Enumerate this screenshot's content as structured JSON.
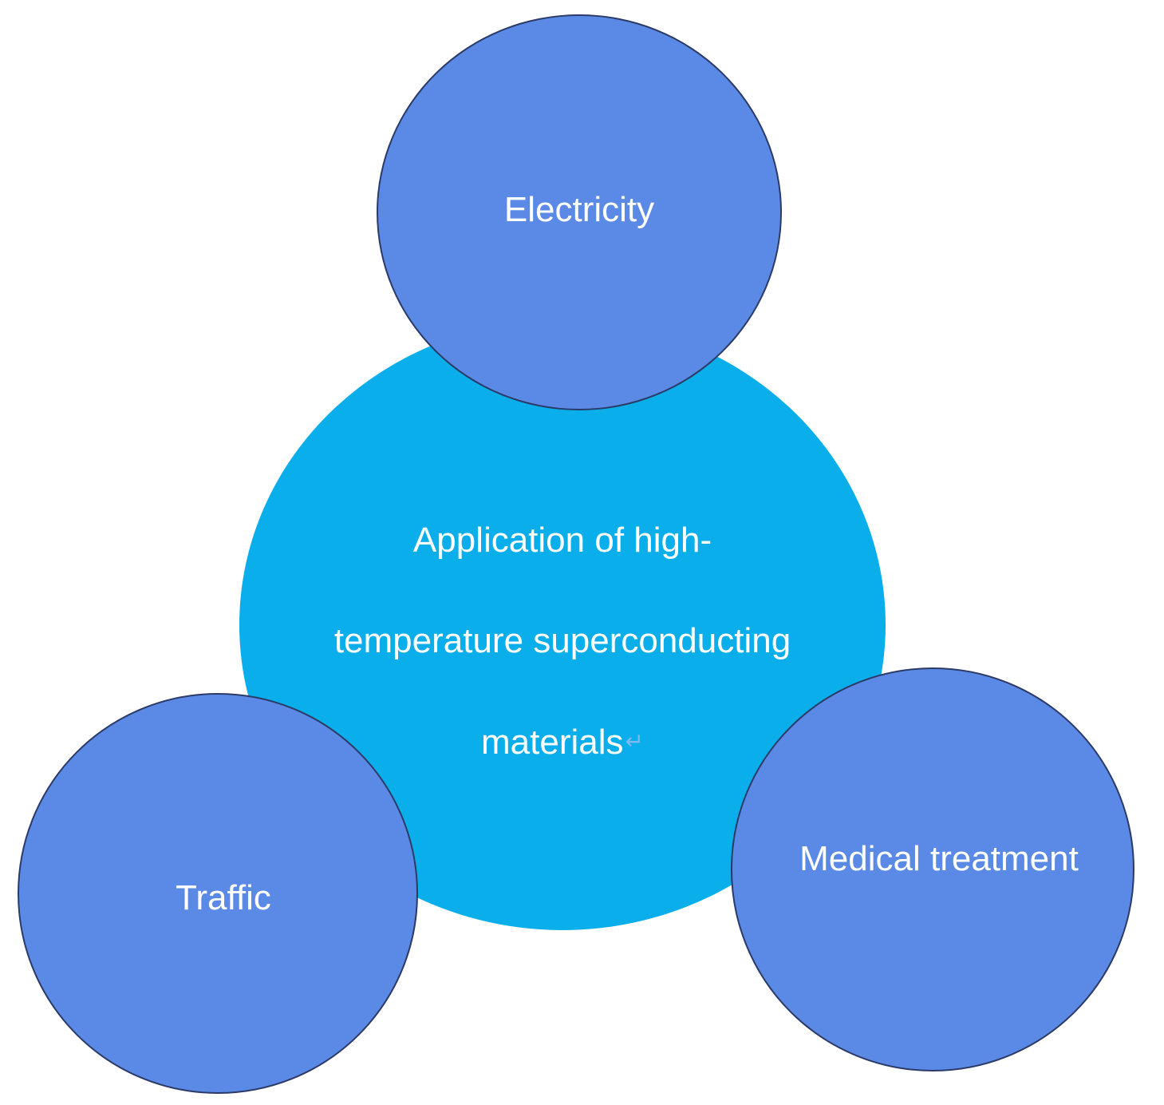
{
  "colors": {
    "center_fill": "#0aaeea",
    "outer_fill": "#5b8ae6",
    "outer_border": "#2b3a67",
    "text": "#ffffff",
    "background": "#ffffff"
  },
  "center": {
    "lines": [
      "Application of high-",
      "temperature superconducting",
      "materials"
    ],
    "return_mark": "↵"
  },
  "nodes": {
    "top": {
      "label": "Electricity"
    },
    "left": {
      "label": "Traffic"
    },
    "right": {
      "label": "Medical treatment"
    }
  }
}
